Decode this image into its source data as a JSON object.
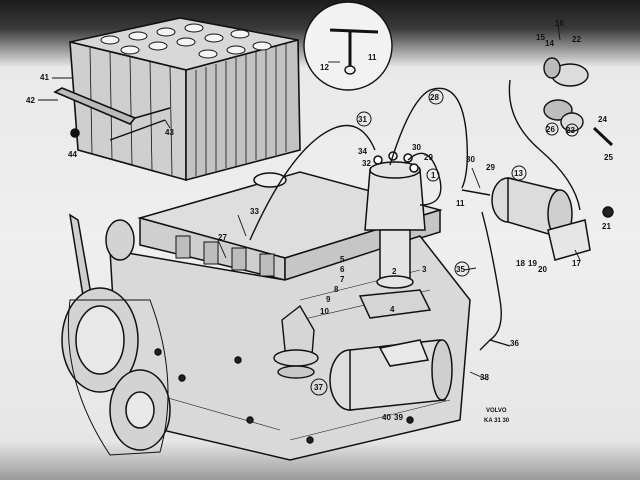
{
  "diagram": {
    "callouts": [
      "41",
      "42",
      "43",
      "44",
      "12",
      "11",
      "16",
      "15",
      "14",
      "22",
      "28",
      "31",
      "34",
      "32",
      "30",
      "29",
      "1",
      "30",
      "29",
      "11",
      "13",
      "26",
      "23",
      "24",
      "25",
      "21",
      "33",
      "27",
      "2",
      "3",
      "4",
      "5",
      "6",
      "7",
      "8",
      "9",
      "10",
      "17",
      "18",
      "19",
      "20",
      "35",
      "36",
      "37",
      "38",
      "39",
      "40"
    ],
    "stamp_line1": "VOLVO",
    "stamp_line2": "KA 31 30"
  },
  "colors": {
    "ink": "#111111",
    "paper": "#efefef",
    "frame": "#222222"
  }
}
